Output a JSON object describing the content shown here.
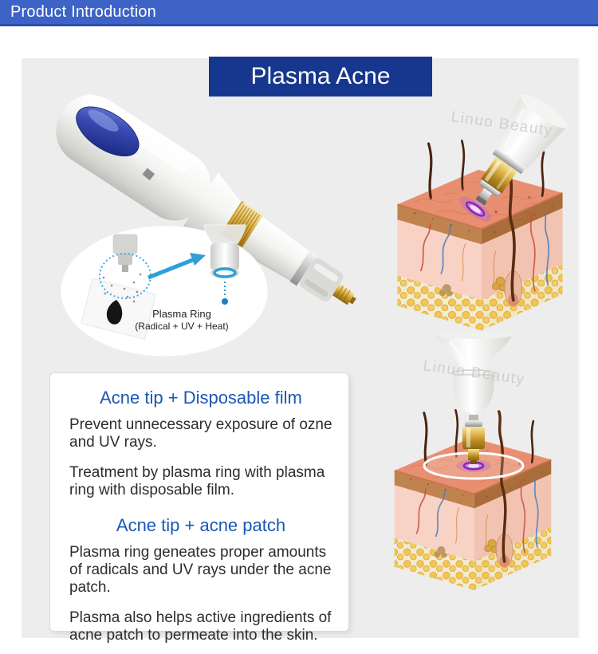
{
  "header": {
    "title": "Product Introduction"
  },
  "hero": {
    "title": "Plasma Acne"
  },
  "watermark": {
    "text": "Linuo Beauty"
  },
  "inset": {
    "label_line1": "Plasma Ring",
    "label_line2": "(Radical + UV + Heat)"
  },
  "info_box": {
    "sections": [
      {
        "heading": "Acne tip + Disposable film",
        "paragraphs": [
          "Prevent unnecessary exposure of ozne and UV rays.",
          "Treatment by plasma ring with plasma ring with disposable film."
        ]
      },
      {
        "heading": "Acne tip + acne patch",
        "paragraphs": [
          "Plasma ring geneates proper amounts of radicals and UV rays under the acne patch.",
          "Plasma also helps active ingredients of acne patch to permeate into the skin."
        ]
      }
    ]
  },
  "colors": {
    "header_bar": "#3d63c6",
    "header_underline": "#2a4cb0",
    "panel_bg": "#ededed",
    "hero_box": "#17378e",
    "heading_blue": "#1b57b4",
    "body_text": "#2d2d2d",
    "accent_cyan": "#2f9fd8",
    "plasma_purple": "#c77ce8",
    "watermark_gray": "#c6c6c6"
  }
}
